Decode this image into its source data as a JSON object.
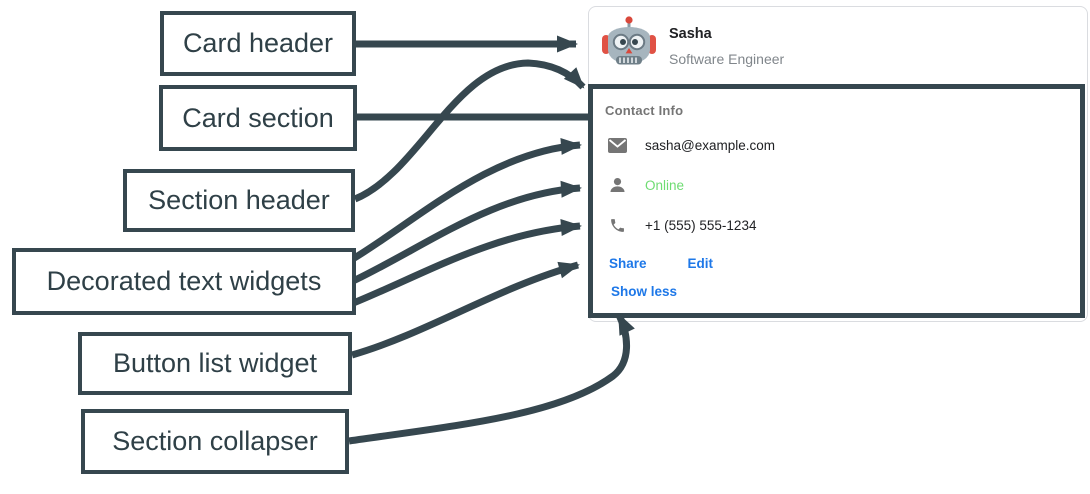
{
  "annotation": {
    "color": "#36474f",
    "labels": [
      {
        "id": "card-header",
        "text": "Card header"
      },
      {
        "id": "card-section",
        "text": "Card section"
      },
      {
        "id": "section-header",
        "text": "Section header"
      },
      {
        "id": "decorated-text-widgets",
        "text": "Decorated text widgets"
      },
      {
        "id": "button-list-widget",
        "text": "Button list widget"
      },
      {
        "id": "section-collapser",
        "text": "Section collapser"
      }
    ]
  },
  "card": {
    "header": {
      "avatar_icon": "robot-avatar",
      "name": "Sasha",
      "subtitle": "Software Engineer"
    },
    "section": {
      "title": "Contact Info",
      "rows": [
        {
          "icon": "email-icon",
          "text": "sasha@example.com",
          "color": "#202124"
        },
        {
          "icon": "person-icon",
          "text": "Online",
          "color": "#6edc72"
        },
        {
          "icon": "phone-icon",
          "text": "+1 (555) 555-1234",
          "color": "#202124"
        }
      ],
      "buttons": [
        "Share",
        "Edit"
      ],
      "collapser_label": "Show less"
    }
  },
  "colors": {
    "annotation_dark": "#36474f",
    "card_border": "#dadce0",
    "link_blue": "#1e78e8",
    "online_green": "#6edc72",
    "muted_gray": "#757575",
    "subtitle_gray": "#80868b",
    "text_dark": "#202124"
  }
}
